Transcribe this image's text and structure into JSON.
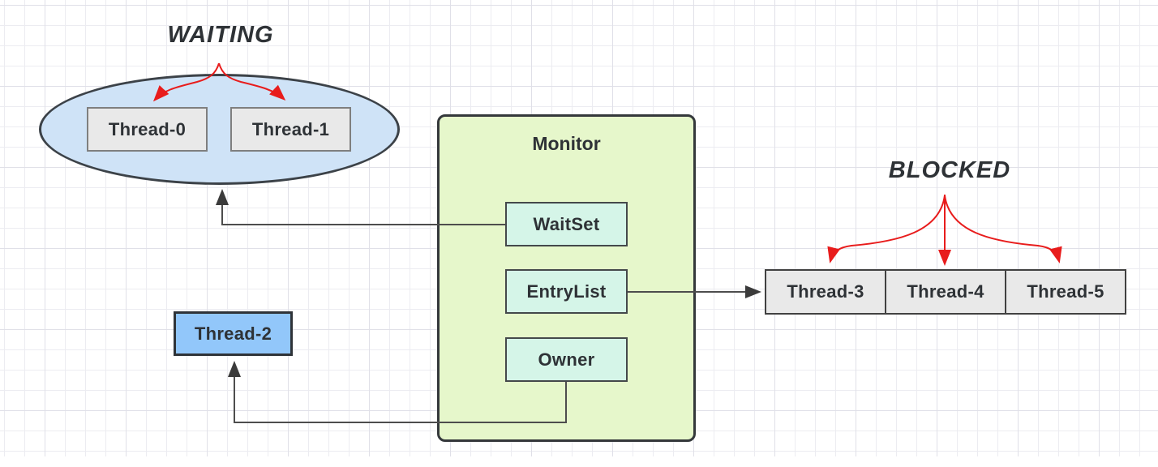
{
  "colors": {
    "canvas_bg": "#ffffff",
    "grid_minor": "#ececf1",
    "grid_major": "#e0e0e8",
    "ellipse_fill": "#cfe3f7",
    "ellipse_border": "#3c4248",
    "gray_node_fill": "#e9e9e9",
    "gray_node_border": "#7f7f7f",
    "blocked_node_border": "#414141",
    "monitor_fill": "#e6f7cb",
    "monitor_border": "#34383b",
    "field_fill": "#d5f5e8",
    "field_border": "#44494b",
    "thread2_fill": "#92c7fa",
    "thread2_border": "#2e3338",
    "connector": "#4d4d4d",
    "arrow_dark": "#3b3b3b",
    "arrow_red": "#e81c1c",
    "text": "#2e3236"
  },
  "waiting_group": {
    "label": "WAITING",
    "threads": [
      {
        "label": "Thread-0"
      },
      {
        "label": "Thread-1"
      }
    ]
  },
  "monitor": {
    "title": "Monitor",
    "fields": [
      {
        "label": "WaitSet"
      },
      {
        "label": "EntryList"
      },
      {
        "label": "Owner"
      }
    ]
  },
  "owner_thread": {
    "label": "Thread-2"
  },
  "blocked_group": {
    "label": "BLOCKED",
    "threads": [
      {
        "label": "Thread-3"
      },
      {
        "label": "Thread-4"
      },
      {
        "label": "Thread-5"
      }
    ]
  }
}
